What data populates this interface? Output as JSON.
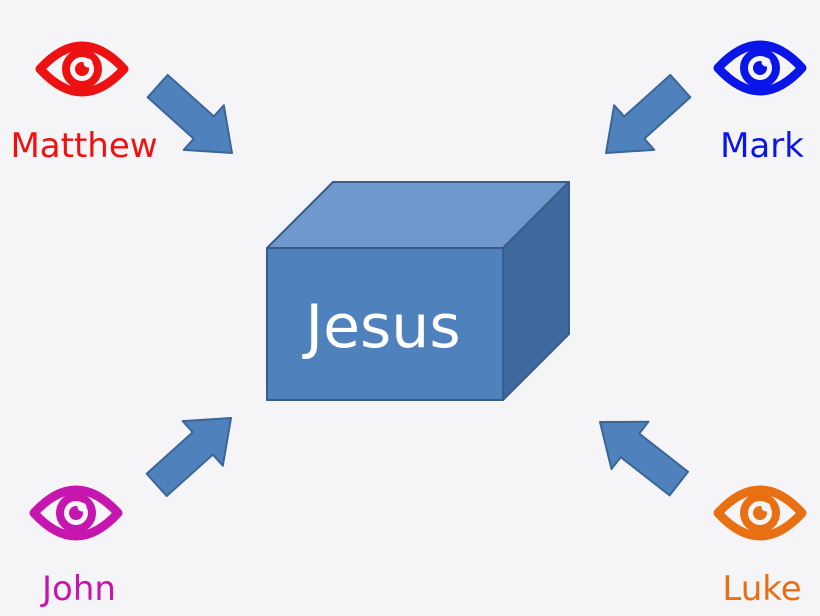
{
  "center": {
    "label": "Jesus",
    "front_color": "#4f81bd",
    "top_color": "#6f99cd",
    "side_color": "#3f6a9f",
    "edge_color": "#385d8a",
    "text_color": "#ffffff"
  },
  "arrow_color": "#4f81bd",
  "arrow_edge_color": "#3a6698",
  "witnesses": [
    {
      "key": "matthew",
      "name": "Matthew",
      "color": "#ee1111",
      "icon": "eye-icon"
    },
    {
      "key": "mark",
      "name": "Mark",
      "color": "#0a16e8",
      "icon": "eye-icon"
    },
    {
      "key": "john",
      "name": "John",
      "color": "#c715b0",
      "icon": "eye-icon"
    },
    {
      "key": "luke",
      "name": "Luke",
      "color": "#e87013",
      "icon": "eye-icon"
    }
  ]
}
